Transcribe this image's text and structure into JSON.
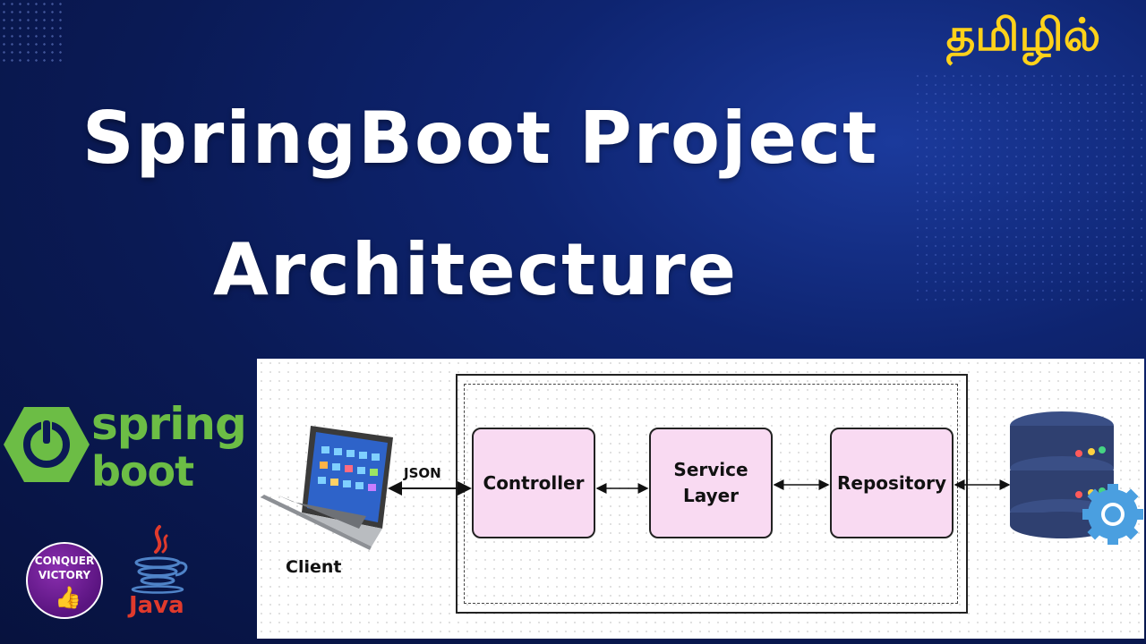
{
  "language_badge": "தமிழில்",
  "title": {
    "line1": "SpringBoot Project",
    "line2": "Architecture"
  },
  "diagram": {
    "client_label": "Client",
    "json_label": "JSON",
    "layers": {
      "controller": "Controller",
      "service": "Service\nLayer",
      "repository": "Repository"
    }
  },
  "logos": {
    "spring_line1": "spring",
    "spring_line2": "boot",
    "conquer_line1": "CONQUER",
    "conquer_line2": "VICTORY",
    "java": "Java"
  },
  "colors": {
    "title": "#ffffff",
    "language_badge": "#ffd21a",
    "layer_fill": "#f9daf2",
    "spring_green": "#6cbd45",
    "java_red": "#e03a2c"
  }
}
